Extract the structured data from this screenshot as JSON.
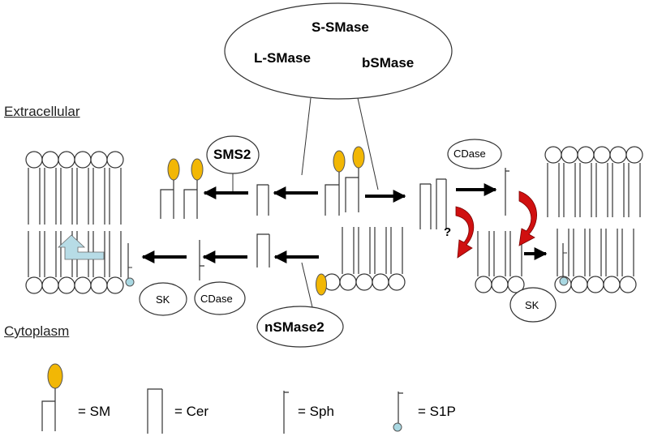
{
  "compartments": {
    "extracellular": "Extracellular",
    "cytoplasm": "Cytoplasm"
  },
  "top_enzymes": [
    "S-SMase",
    "L-SMase",
    "bSMase"
  ],
  "ovals": {
    "sms2": "SMS2",
    "cdase_right": "CDase",
    "sk_left": "SK",
    "cdase_left": "CDase",
    "nsmase2": "nSMase2",
    "sk_right": "SK"
  },
  "unknown_mark": "?",
  "legend": [
    {
      "label": "= SM"
    },
    {
      "label": "= Cer"
    },
    {
      "label": "= Sph"
    },
    {
      "label": "= S1P"
    }
  ],
  "colors": {
    "sm_headgroup": "#f2b705",
    "s1p_phosphate": "#a9d8e2",
    "flip_arrow": "#b7dce6",
    "curved_arrow": "#d01010",
    "line": "#333333"
  }
}
